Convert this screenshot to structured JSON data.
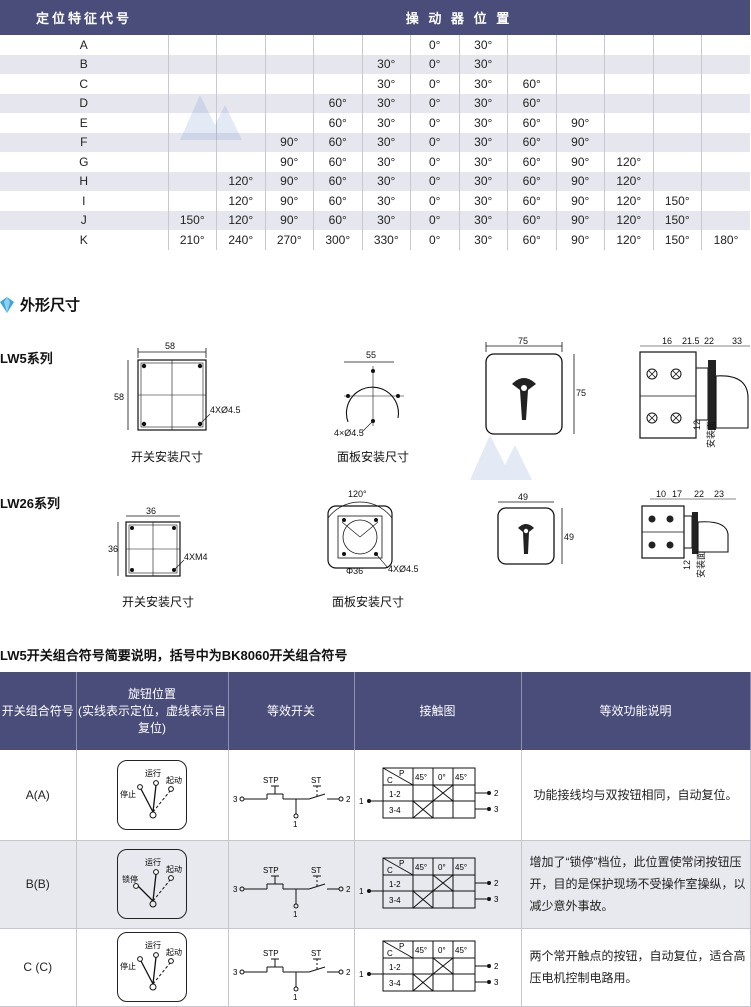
{
  "position_table": {
    "header_code": "定位特征代号",
    "header_positions": "操 动 器 位 置",
    "rows": [
      {
        "code": "A",
        "cells": [
          "",
          "",
          "",
          "",
          "",
          "0°",
          "30°",
          "",
          "",
          "",
          "",
          ""
        ]
      },
      {
        "code": "B",
        "cells": [
          "",
          "",
          "",
          "",
          "30°",
          "0°",
          "30°",
          "",
          "",
          "",
          "",
          ""
        ]
      },
      {
        "code": "C",
        "cells": [
          "",
          "",
          "",
          "",
          "30°",
          "0°",
          "30°",
          "60°",
          "",
          "",
          "",
          ""
        ]
      },
      {
        "code": "D",
        "cells": [
          "",
          "",
          "",
          "60°",
          "30°",
          "0°",
          "30°",
          "60°",
          "",
          "",
          "",
          ""
        ]
      },
      {
        "code": "E",
        "cells": [
          "",
          "",
          "",
          "60°",
          "30°",
          "0°",
          "30°",
          "60°",
          "90°",
          "",
          "",
          ""
        ]
      },
      {
        "code": "F",
        "cells": [
          "",
          "",
          "90°",
          "60°",
          "30°",
          "0°",
          "30°",
          "60°",
          "90°",
          "",
          "",
          ""
        ]
      },
      {
        "code": "G",
        "cells": [
          "",
          "",
          "90°",
          "60°",
          "30°",
          "0°",
          "30°",
          "60°",
          "90°",
          "120°",
          "",
          ""
        ]
      },
      {
        "code": "H",
        "cells": [
          "",
          "120°",
          "90°",
          "60°",
          "30°",
          "0°",
          "30°",
          "60°",
          "90°",
          "120°",
          "",
          ""
        ]
      },
      {
        "code": "I",
        "cells": [
          "",
          "120°",
          "90°",
          "60°",
          "30°",
          "0°",
          "30°",
          "60°",
          "90°",
          "120°",
          "150°",
          ""
        ]
      },
      {
        "code": "J",
        "cells": [
          "150°",
          "120°",
          "90°",
          "60°",
          "30°",
          "0°",
          "30°",
          "60°",
          "90°",
          "120°",
          "150°",
          ""
        ]
      },
      {
        "code": "K",
        "cells": [
          "210°",
          "240°",
          "270°",
          "300°",
          "330°",
          "0°",
          "30°",
          "60°",
          "90°",
          "120°",
          "150°",
          "180°"
        ]
      }
    ]
  },
  "dimensions_section": {
    "title": "外形尺寸",
    "lw5": {
      "label": "LW5系列",
      "switch_caption": "开关安装尺寸",
      "panel_caption": "面板安装尺寸",
      "switch_width": "58",
      "switch_height": "58",
      "switch_holes": "4XØ4.5",
      "panel_width": "55",
      "panel_holes": "4×Ø4.5",
      "front_width": "75",
      "front_height": "75",
      "side_dims": [
        "16",
        "21.5",
        "22",
        "33"
      ],
      "side_depth": "12",
      "side_label": "安装面"
    },
    "lw26": {
      "label": "LW26系列",
      "switch_caption": "开关安装尺寸",
      "panel_caption": "面板安装尺寸",
      "switch_width": "36",
      "switch_height": "36",
      "switch_holes": "4XM4",
      "panel_angle": "120°",
      "panel_diameter": "Φ36",
      "panel_holes": "4XØ4.5",
      "front_width": "49",
      "front_height": "49",
      "side_dims": [
        "10",
        "17",
        "22",
        "23"
      ],
      "side_depth": "12",
      "side_label": "安装面"
    }
  },
  "note": "LW5开关组合符号简要说明，括号中为BK8060开关组合符号",
  "combo_table": {
    "headers": [
      "开关组合符号",
      "旋钮位置\n(实线表示定位，虚线表示自复位)",
      "等效开关",
      "接触图",
      "等效功能说明"
    ],
    "rows": [
      {
        "symbol": "A(A)",
        "knob_labels": [
          "停止",
          "运行",
          "起动"
        ],
        "switch_labels": {
          "left": "STP",
          "right": "ST",
          "n3": "3",
          "n2": "2",
          "n1": "1"
        },
        "contact": {
          "header": [
            "P",
            "C",
            "45°",
            "0°",
            "45°"
          ],
          "rows": [
            "1-2",
            "3-4"
          ],
          "pins": [
            "1",
            "2",
            "3"
          ]
        },
        "description": "功能接线均与双按钮相同，自动复位。"
      },
      {
        "symbol": "B(B)",
        "knob_labels": [
          "锁停",
          "运行",
          "起动"
        ],
        "switch_labels": {
          "left": "STP",
          "right": "ST",
          "n3": "3",
          "n2": "2",
          "n1": "1"
        },
        "contact": {
          "header": [
            "P",
            "C",
            "45°",
            "0°",
            "45°"
          ],
          "rows": [
            "1-2",
            "3-4"
          ],
          "pins": [
            "1",
            "2",
            "3"
          ]
        },
        "description": "增加了“锁停”档位，此位置使常闭按钮压开，目的是保护现场不受操作室操纵，以减少意外事故。"
      },
      {
        "symbol": "C (C)",
        "knob_labels": [
          "停止",
          "运行",
          "起动"
        ],
        "switch_labels": {
          "left": "STP",
          "right": "ST",
          "n3": "3",
          "n2": "2",
          "n1": "1"
        },
        "contact": {
          "header": [
            "P",
            "C",
            "45°",
            "0°",
            "45°"
          ],
          "rows": [
            "1-2",
            "3-4"
          ],
          "pins": [
            "1",
            "2",
            "3"
          ]
        },
        "description": "两个常开触点的按钮，自动复位，适合高压电机控制电路用。"
      }
    ]
  },
  "colors": {
    "header_bg": "#4a4d7a",
    "stripe": "#e6e7ee",
    "accent_gem": "#3aa6e0"
  }
}
